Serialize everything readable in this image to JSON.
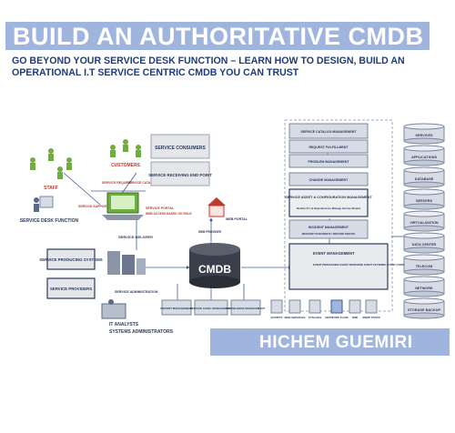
{
  "cover": {
    "title": "BUILD AN AUTHORITATIVE CMDB",
    "subtitle": "GO BEYOND YOUR SERVICE DESK FUNCTION – LEARN HOW TO DESIGN, BUILD AN OPERATIONAL I.T SERVICE CENTRIC CMDB YOU CAN TRUST",
    "author": "HICHEM GUEMIRI"
  },
  "diagram": {
    "center_label": "CMDB",
    "customers": "CUSTOMERS",
    "staff": "STAFF",
    "service_support": "SERVICE SUPPORT",
    "service_request": "SERVICE REQUEST",
    "service_catalog": "SERVICE CATALOG",
    "service_desk": "SERVICE DESK FUNCTION",
    "service_portal": "SERVICE PORTAL",
    "service_portal_sub": "WEB ACCESS BASED ON ROLE",
    "service_consumers": "SERVICE CONSUMERS",
    "service_receiving": "SERVICE RECEIVING END POINT",
    "service_delivery": "SERVICE DELIVERY",
    "web_portal": "WEB PORTAL",
    "web_provider": "WEB PROVIDER",
    "producing_systems": "SERVICE PRODUCING SYSTEMS",
    "service_providers": "SERVICE PROVIDERS",
    "service_admin": "SERVICE ADMINISTRATION",
    "it_analysts": "IT ANALYSTS",
    "sys_admins": "SYSTEMS ADMINISTRATORS",
    "report_mgmt": "REPORT MANAGEMENT",
    "service_level_mgmt": "SERVICE LEVEL MANAGEMENT",
    "knowledge_mgmt": "KNOWLEDGE MANAGEMENT",
    "processes": [
      "SERVICE CATALOG MANAGEMENT",
      "REQUEST FULFILLMENT",
      "PROBLEM MANAGEMENT",
      "CHANGE MANAGEMENT",
      "SERVICE ASSET & CONFIGURATION MANAGEMENT",
      "INCIDENT MANAGEMENT"
    ],
    "asset_config_sub": "Identify CI's & Dependencies Manage Service Models",
    "incident_sub": "RESPOND TO INCIDENTS / RESTORE SERVICE",
    "event_mgmt": "EVENT MANAGEMENT",
    "event_sub": "EVENT PROCESSING EVENT RESPONSE EVENT FILTERING EVENT CORRELATION EVENT DETECTION",
    "event_sources": [
      "SCRIPTS",
      "WEB SERVICES",
      "SYSLOGS",
      "NETWORK FLOW",
      "WMI",
      "SNMP TRAPS"
    ],
    "infrastructure": [
      "SERVICES",
      "APPLICATIONS",
      "DATABASE",
      "SERVERS",
      "VIRTUALIZATION",
      "DATA CENTER",
      "TELECOM",
      "NETWORK",
      "STORAGE BACKUP"
    ]
  }
}
